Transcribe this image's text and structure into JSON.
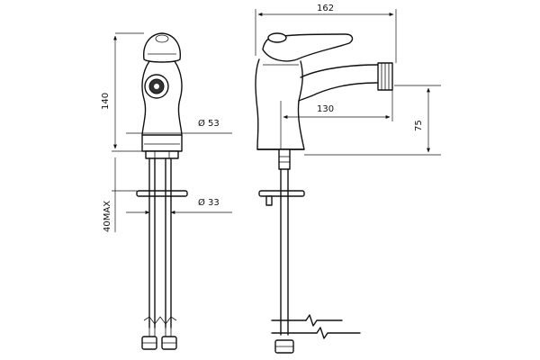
{
  "dimensions": {
    "overall_width": "162",
    "height": "140",
    "reach": "130",
    "spout_height": "75",
    "base_diameter": "Ø 53",
    "hole_diameter": "Ø 33",
    "max_thickness": "40MAX"
  }
}
